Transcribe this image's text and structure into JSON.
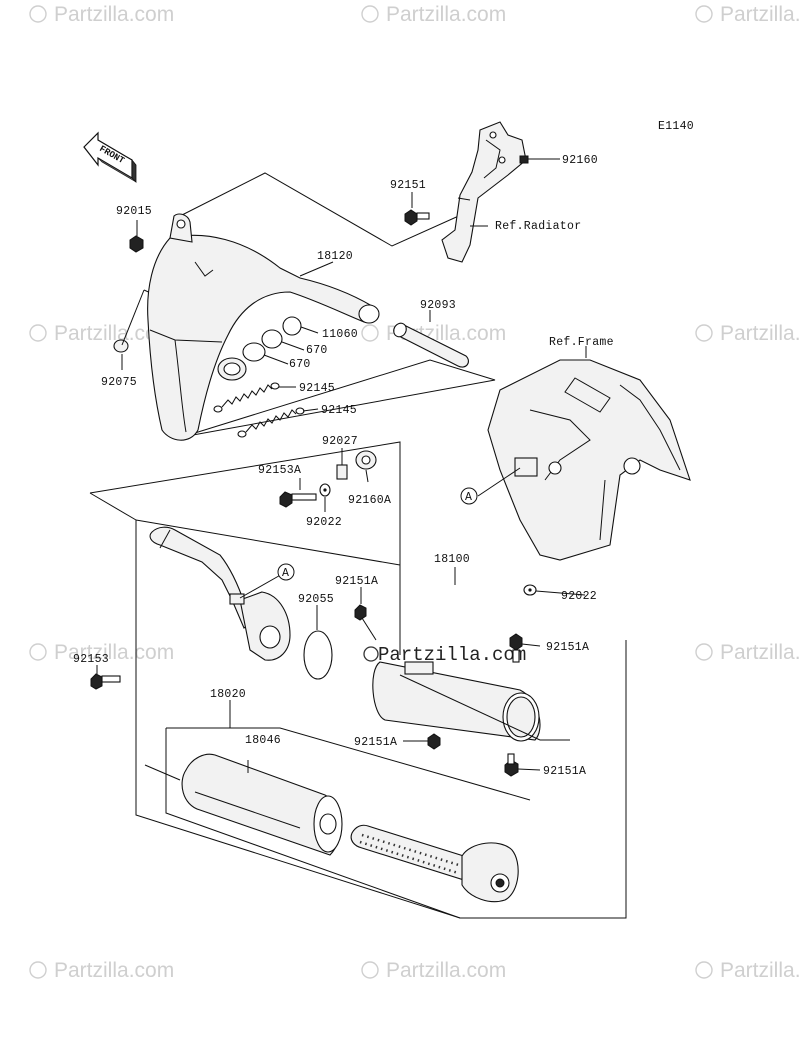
{
  "diagram_code": "E1140",
  "watermark": "Partzilla.com",
  "center_watermark": "Partzilla.com",
  "front_marker": "FRONT",
  "callout_marker": "A",
  "refs": {
    "radiator": "Ref.Radiator",
    "frame": "Ref.Frame"
  },
  "parts": {
    "p92015": "92015",
    "p18120": "18120",
    "p92075": "92075",
    "p11060": "11060",
    "p670a": "670",
    "p670b": "670",
    "p92145a": "92145",
    "p92145b": "92145",
    "p92093": "92093",
    "p92151": "92151",
    "p92160": "92160",
    "p92027": "92027",
    "p92153A": "92153A",
    "p92160A": "92160A",
    "p92022a": "92022",
    "p18100": "18100",
    "p92022b": "92022",
    "p92151Aa": "92151A",
    "p92055": "92055",
    "p92153": "92153",
    "p92151Ab": "92151A",
    "p92151Ac": "92151A",
    "p92151Ad": "92151A",
    "p18020": "18020",
    "p18046": "18046"
  }
}
